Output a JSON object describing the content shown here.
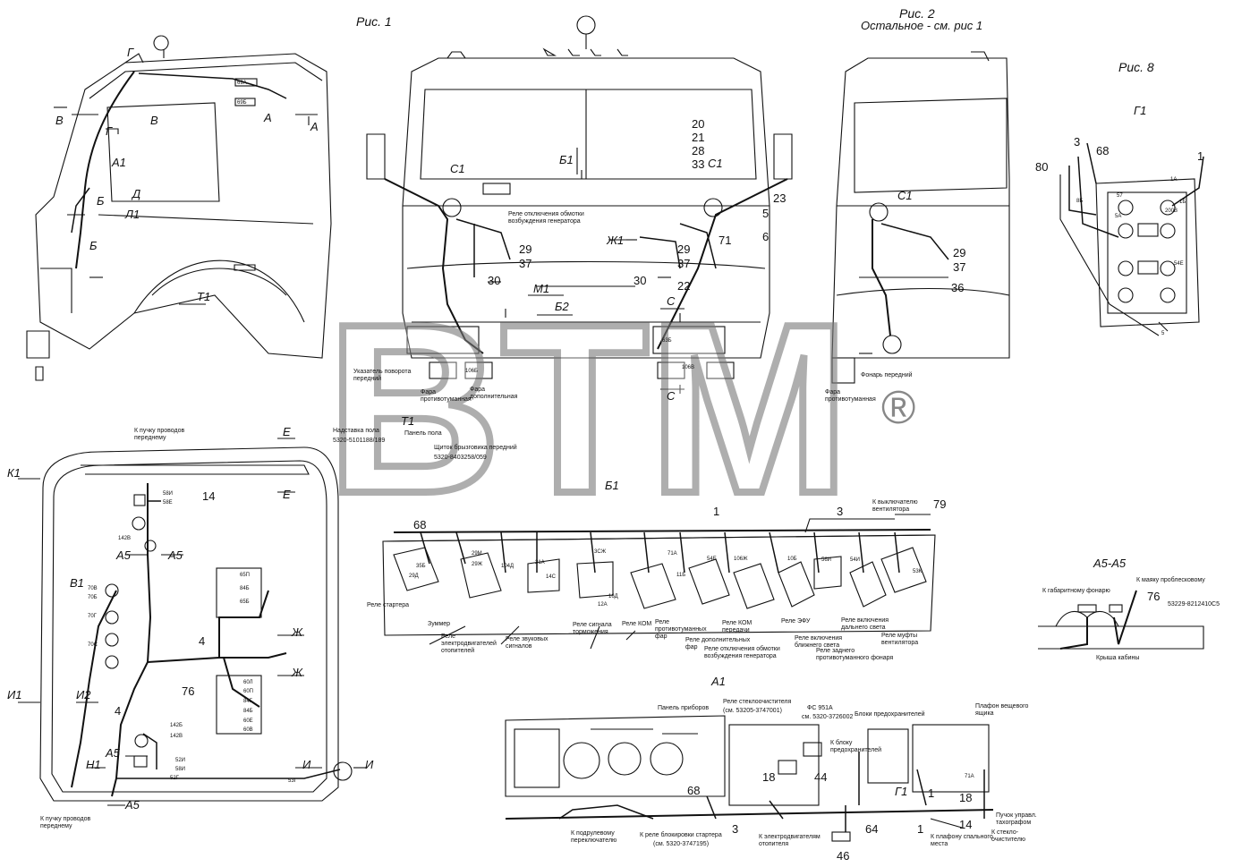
{
  "figures": {
    "fig1": "Рис. 1",
    "fig2": "Рис. 2",
    "fig2_note": "Остальное - см. рис 1",
    "fig8": "Рис. 8"
  },
  "sections": {
    "g1": "Г1",
    "a1": "А1",
    "b1": "Б1",
    "t1": "Т1",
    "m1": "М1",
    "b2": "Б2",
    "zh1": "Ж1",
    "c1": "С1",
    "l1": "Л1",
    "d": "Д",
    "v1": "В1",
    "k1": "К1",
    "i1": "И1",
    "i2": "И2",
    "n1": "Н1",
    "a5a5": "А5-А5",
    "g": "Г",
    "v": "В",
    "a": "А",
    "b": "Б",
    "e": "Е",
    "zh": "Ж",
    "c": "С",
    "a5": "А5",
    "i": "И"
  },
  "numbers": [
    "20",
    "21",
    "28",
    "33",
    "23",
    "5",
    "6",
    "29",
    "37",
    "30",
    "71",
    "22",
    "36",
    "1",
    "3",
    "68",
    "80",
    "14",
    "4",
    "76",
    "79",
    "18",
    "44",
    "64",
    "46"
  ],
  "labels": {
    "rele_otkl": "Реле отключения обмотки возбуждения генератора",
    "ukazatel": "Указатель поворота передний",
    "fara_ptf": "Фара противотуманная",
    "fara_dop": "Фара дополнительная",
    "fonar_per": "Фонарь передний",
    "nadstavka": "Надставка пола",
    "nadstavka_num": "5320-5101188/189",
    "panel_pola": "Панель пола",
    "shchitok": "Щиток брызговика передний",
    "shchitok_num": "5320-8403258/059",
    "k_puchku": "К пучку проводов переднему",
    "k_vykl_vent": "К выключателю вентилятора",
    "rele_startera": "Реле стартера",
    "zummer": "Зуммер",
    "rele_el_otop": "Реле электродвигателей отопителей",
    "rele_zvuk": "Реле звуковых сигналов",
    "rele_signal_torm": "Реле сигнала торможения",
    "rele_kom": "Реле КОМ",
    "rele_ptf": "Реле противотуманных фар",
    "rele_dop_far": "Реле дополнительных фар",
    "rele_kom_pered": "Реле КОМ передачи",
    "rele_efu": "Реле ЭФУ",
    "rele_blizh": "Реле включения ближнего света",
    "rele_dalnego": "Реле включения дальнего света",
    "rele_mufty": "Реле муфты вентилятора",
    "rele_zadn": "Реле заднего противотуманного фонаря",
    "k_gabarit": "К габаритному фонарю",
    "k_mayaku": "К маяку проблесковому",
    "krysha": "Крыша кабины",
    "a5_num": "53229-8212410С5",
    "panel_priborov": "Панель приборов",
    "rele_stekloochist": "Реле стеклоочистителя",
    "rele_stekloochist_num": "(см. 53205-3747001)",
    "fs951": "ФС 951А",
    "fs951_num": "см. 5320-3726002",
    "bloki_pred": "Блоки предохранителей",
    "plafon_yashchik": "Плафон вещевого ящика",
    "k_bloku_pred": "К блоку предохранителей",
    "k_podrulevomu": "К подрулевому переключателю",
    "k_rele_blok": "К реле блокировки стартера",
    "k_rele_blok_num": "(см. 5320-3747195)",
    "k_elektrodv_otop": "К электродвигателям отопителя",
    "k_plafonu_spal": "К плафону спального места",
    "puchok_upravl": "Пучок управл. тахографом",
    "k_steklooch": "К стекло-очистителю"
  },
  "wire_tags": [
    "69А",
    "69Б",
    "63Б",
    "106Б",
    "106В",
    "57",
    "1А",
    "5А",
    "1Б",
    "200В",
    "54Е",
    "8Б",
    "5",
    "58И",
    "58Е",
    "142В",
    "70В",
    "70Б",
    "70Г",
    "70С",
    "65П",
    "84Б",
    "65Б",
    "60Л",
    "60П",
    "84Г",
    "84Б",
    "60Е",
    "60В",
    "142Б",
    "142В",
    "52И",
    "58И",
    "52Г",
    "53Г",
    "35Б",
    "29Д",
    "29М",
    "29Ж",
    "104Д",
    "21А",
    "14С",
    "3СЖ",
    "16Д",
    "12А",
    "71А",
    "11Б",
    "54Е",
    "106Ж",
    "10Б",
    "56И",
    "54И",
    "53К",
    "71А"
  ],
  "watermark": {
    "text": "BTM",
    "mark": "®"
  }
}
